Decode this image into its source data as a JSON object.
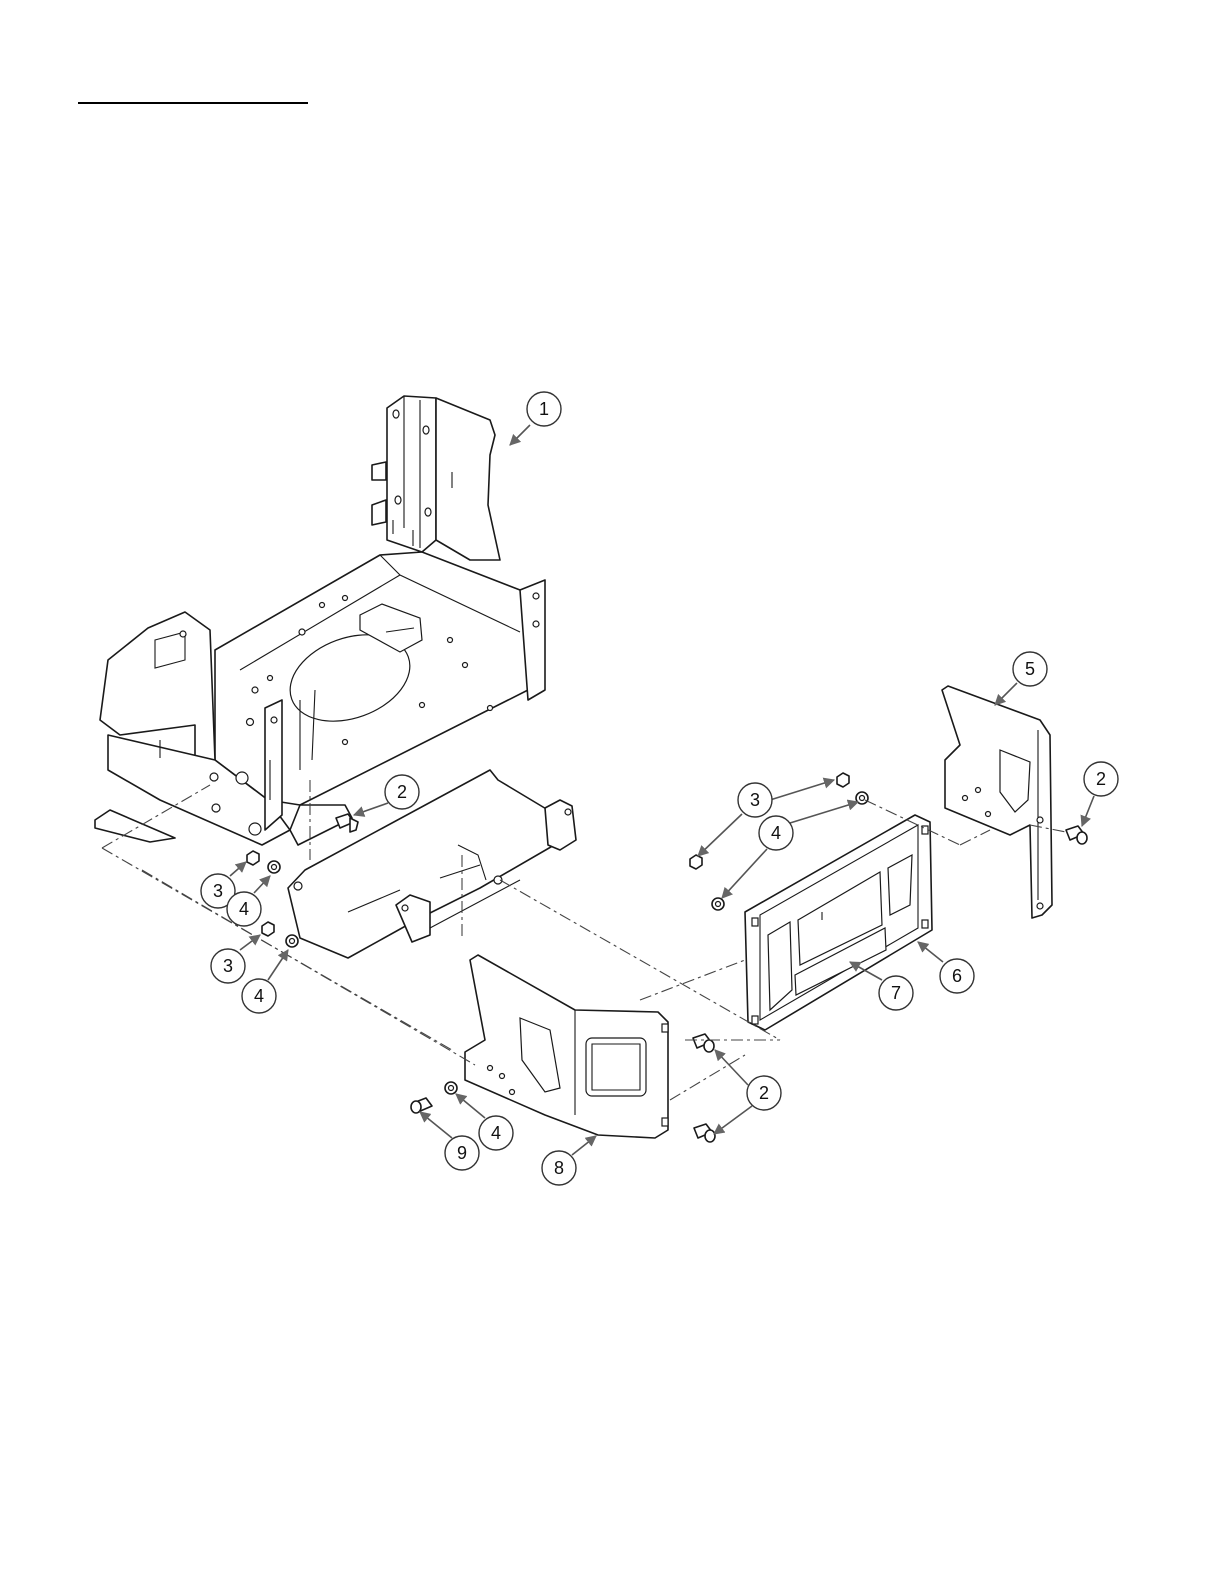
{
  "title": "",
  "callouts": [
    {
      "num": "1"
    },
    {
      "num": "2"
    },
    {
      "num": "3"
    },
    {
      "num": "4"
    },
    {
      "num": "3"
    },
    {
      "num": "4"
    },
    {
      "num": "5"
    },
    {
      "num": "2"
    },
    {
      "num": "3"
    },
    {
      "num": "4"
    },
    {
      "num": "3"
    },
    {
      "num": "4"
    },
    {
      "num": "6"
    },
    {
      "num": "7"
    },
    {
      "num": "2"
    },
    {
      "num": "9"
    },
    {
      "num": "4"
    },
    {
      "num": "8"
    }
  ]
}
